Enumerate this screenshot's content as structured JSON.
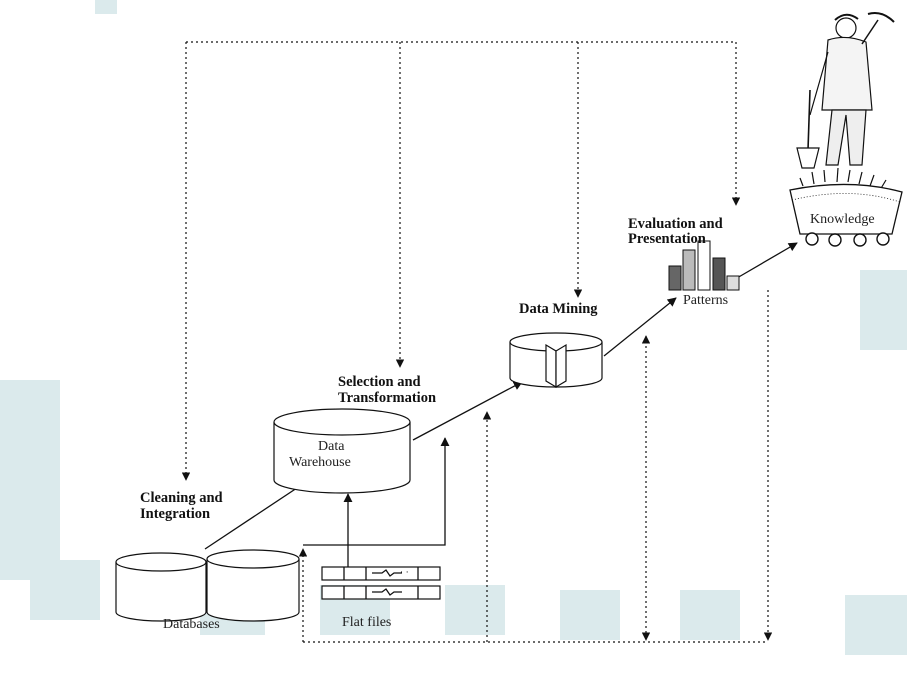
{
  "labels": {
    "databases": "Databases",
    "flat_files": "Flat files",
    "data_warehouse_line1": "Data",
    "data_warehouse_line2": "Warehouse",
    "patterns": "Patterns",
    "knowledge": "Knowledge",
    "cleaning_line1": "Cleaning and",
    "cleaning_line2": "Integration",
    "selection_line1": "Selection and",
    "selection_line2": "Transformation",
    "data_mining": "Data Mining",
    "evaluation_line1": "Evaluation and",
    "evaluation_line2": "Presentation"
  },
  "colors": {
    "background_band": "#cfe3e6",
    "ink": "#111111"
  },
  "icons": [
    "database-cylinder-icon",
    "flat-file-icon",
    "data-cube-icon",
    "bar-chart-icon",
    "miner-with-cart-icon"
  ]
}
